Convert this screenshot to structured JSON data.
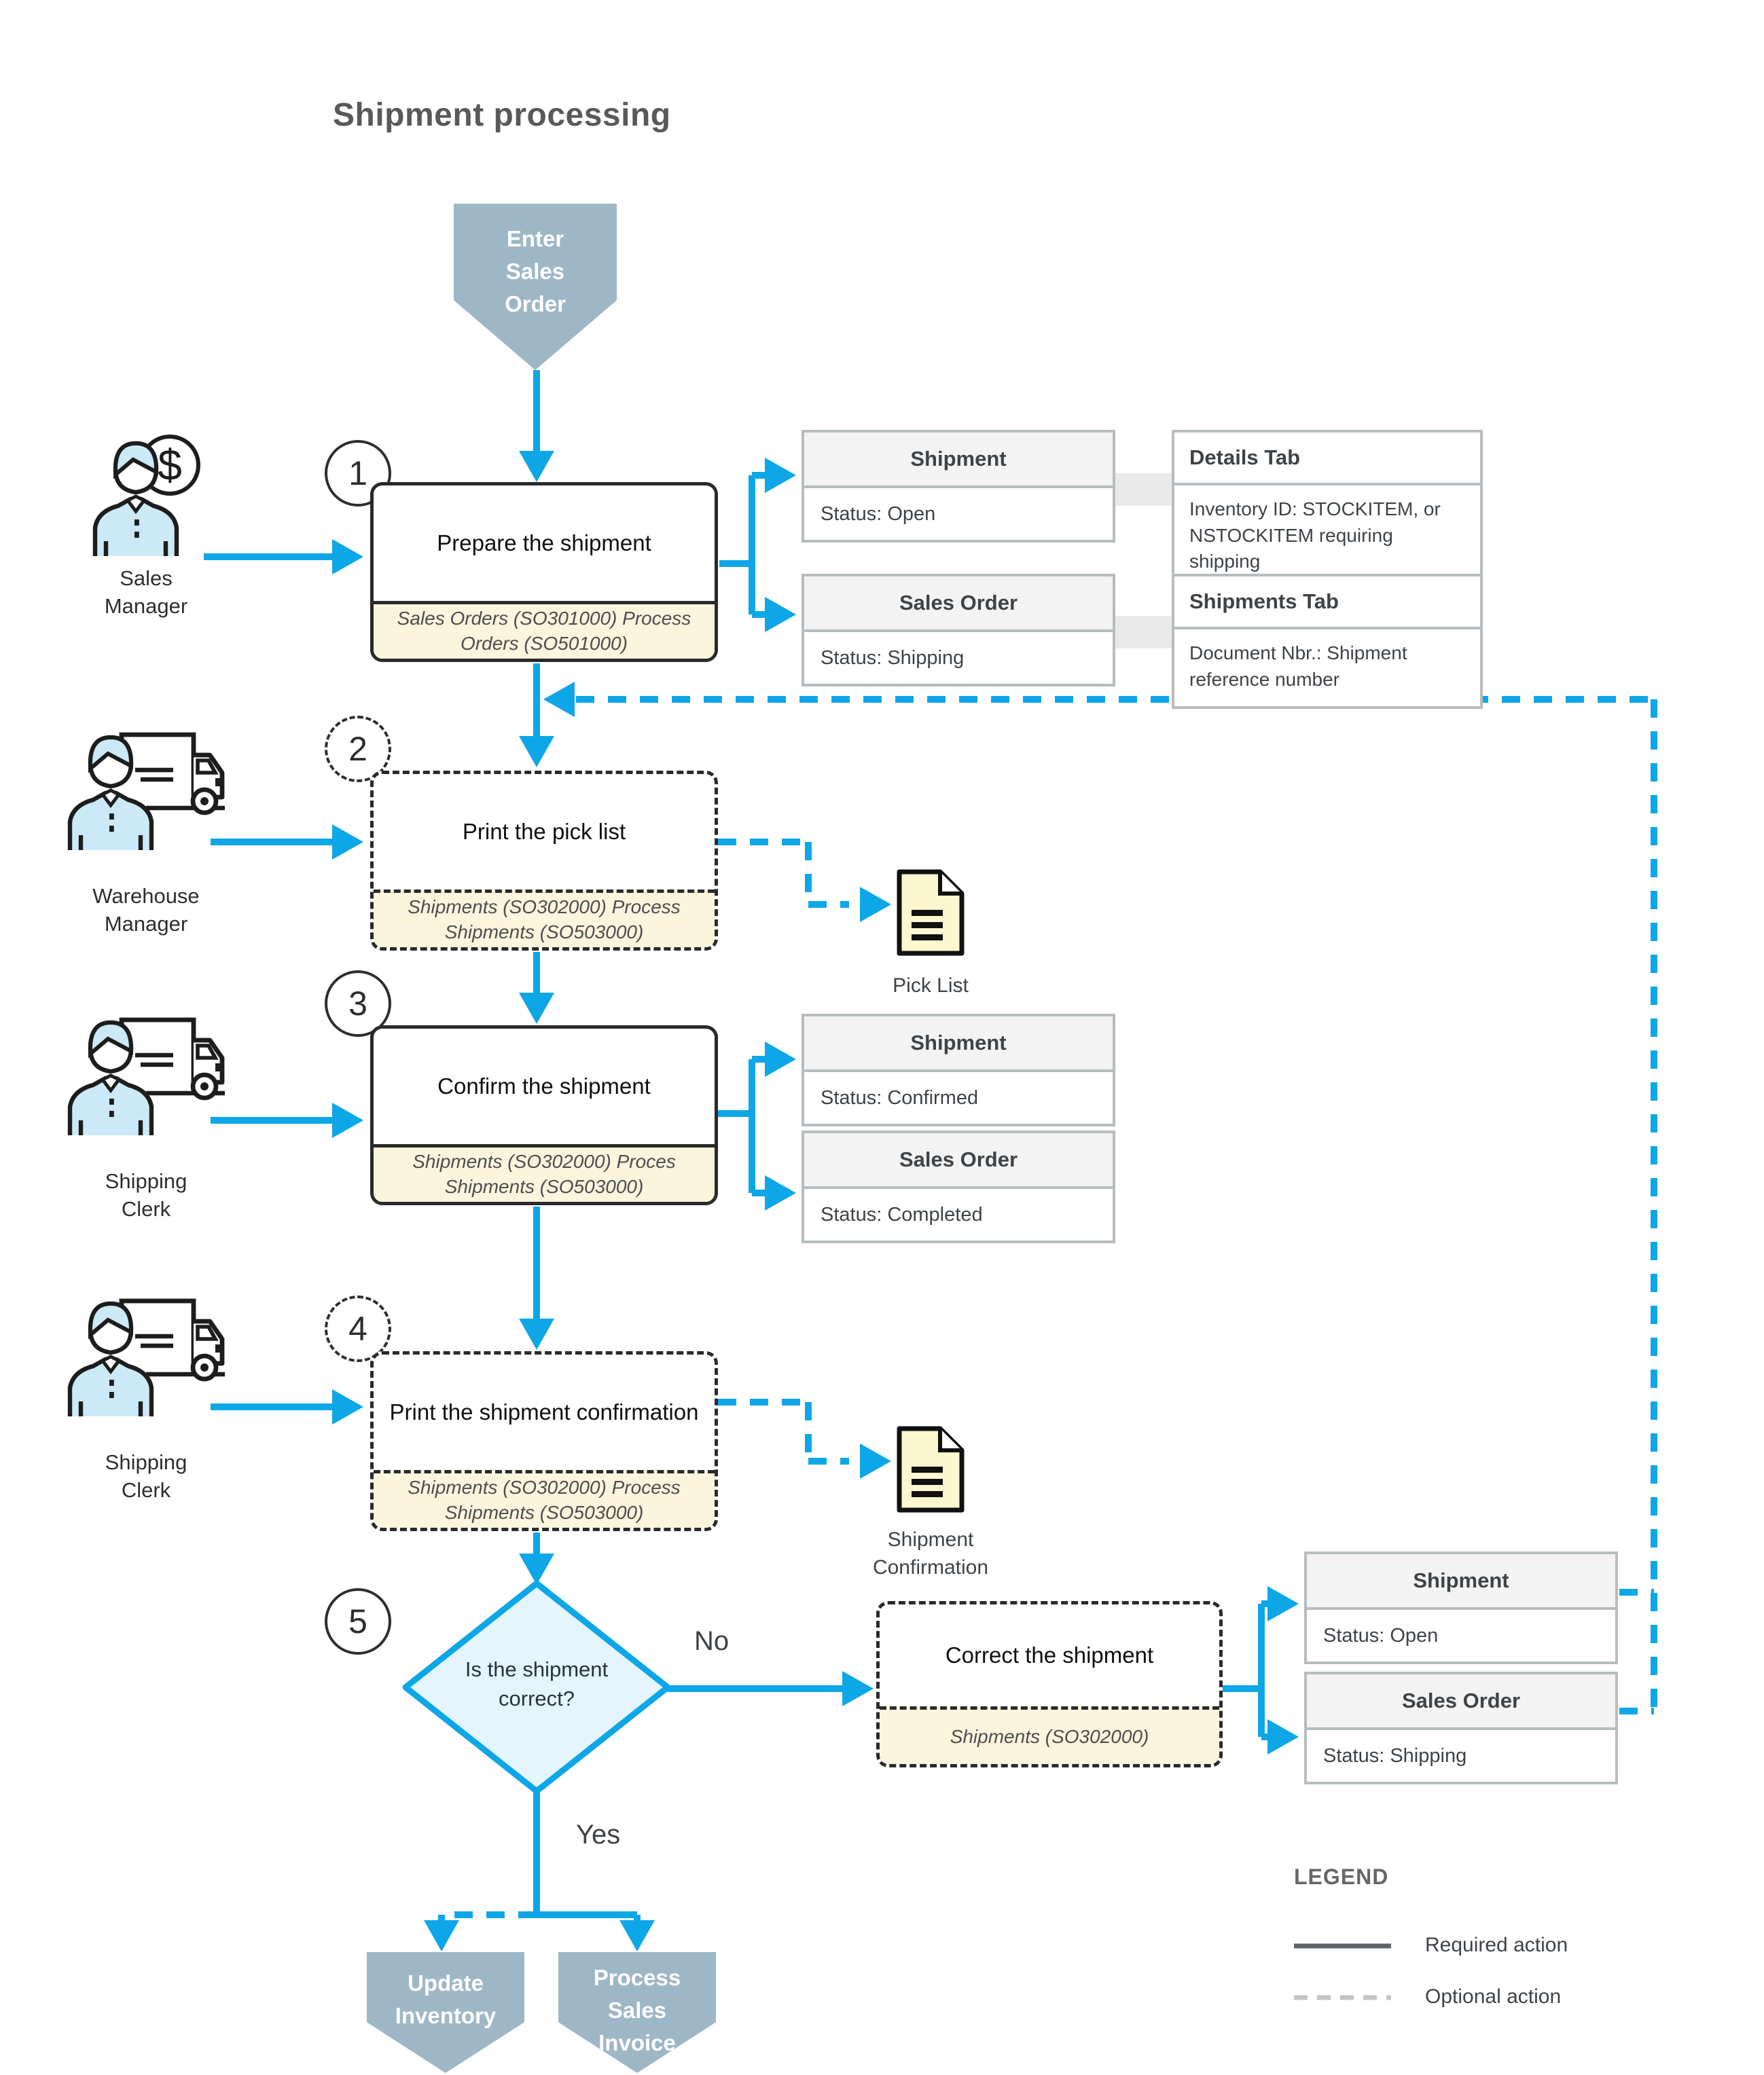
{
  "title": "Shipment processing",
  "colors": {
    "accent_blue": "#0DA7E8",
    "node_blue_gray": "#9EB7C7",
    "screens_cream": "#FBF5DE",
    "status_header_gray": "#F3F3F3",
    "status_border_gray": "#B7BCBF",
    "border_dark": "#2A2A2A",
    "text_dark": "#3E4347",
    "title_gray": "#595959",
    "person_fill_blue": "#CBE9F6",
    "diamond_fill": "#E4F5FD",
    "document_fill": "#FCF7CF"
  },
  "start_node": {
    "lines": [
      "Enter",
      "Sales",
      "Order"
    ]
  },
  "steps": [
    {
      "number": "1",
      "label": "Prepare the shipment",
      "screens": [
        "Sales Orders (SO301000) Process",
        "Orders (SO501000)"
      ]
    },
    {
      "number": "2",
      "label": "Print the pick list",
      "screens": [
        "Shipments (SO302000) Process",
        "Shipments (SO503000)"
      ]
    },
    {
      "number": "3",
      "label": "Confirm the shipment",
      "screens": [
        "Shipments (SO302000) Proces",
        "Shipments (SO503000)"
      ]
    },
    {
      "number": "4",
      "label": "Print the shipment confirmation",
      "screens": [
        "Shipments (SO302000) Process",
        "Shipments (SO503000)"
      ]
    },
    {
      "number": "5",
      "label_lines": [
        "Is the shipment",
        "correct?"
      ]
    }
  ],
  "actors": [
    {
      "lines": [
        "Sales",
        "Manager"
      ]
    },
    {
      "lines": [
        "Warehouse",
        "Manager"
      ]
    },
    {
      "lines": [
        "Shipping",
        "Clerk"
      ]
    },
    {
      "lines": [
        "Shipping",
        "Clerk"
      ]
    }
  ],
  "documents": [
    {
      "label_lines": [
        "Pick List"
      ]
    },
    {
      "label_lines": [
        "Shipment",
        "Confirmation"
      ]
    }
  ],
  "decision": {
    "no_label": "No",
    "yes_label": "Yes"
  },
  "correction": {
    "label": "Correct the shipment",
    "screens": [
      "Shipments (SO302000)"
    ]
  },
  "status_boxes": {
    "step1_shipment": {
      "title": "Shipment",
      "body": "Status: Open"
    },
    "step1_sales_order": {
      "title": "Sales Order",
      "body": "Status: Shipping"
    },
    "step3_shipment": {
      "title": "Shipment",
      "body": "Status: Confirmed"
    },
    "step3_sales_order": {
      "title": "Sales Order",
      "body": "Status: Completed"
    },
    "correction_shipment": {
      "title": "Shipment",
      "body": "Status: Open"
    },
    "correction_sales_order": {
      "title": "Sales Order",
      "body": "Status: Shipping"
    }
  },
  "tab_boxes": {
    "details": {
      "title": "Details Tab",
      "lines": [
        "Inventory ID: STOCKITEM, or",
        "NSTOCKITEM requiring",
        "shipping"
      ]
    },
    "shipments": {
      "title": "Shipments Tab",
      "lines": [
        "Document Nbr.: Shipment",
        "reference number"
      ]
    }
  },
  "end_nodes": [
    {
      "lines": [
        "Update",
        "Inventory"
      ]
    },
    {
      "lines": [
        "Process",
        "Sales",
        "Invoice"
      ]
    }
  ],
  "legend": {
    "title": "LEGEND",
    "required": "Required action",
    "optional": "Optional action"
  },
  "icons": {
    "dollar_sign": "$"
  }
}
